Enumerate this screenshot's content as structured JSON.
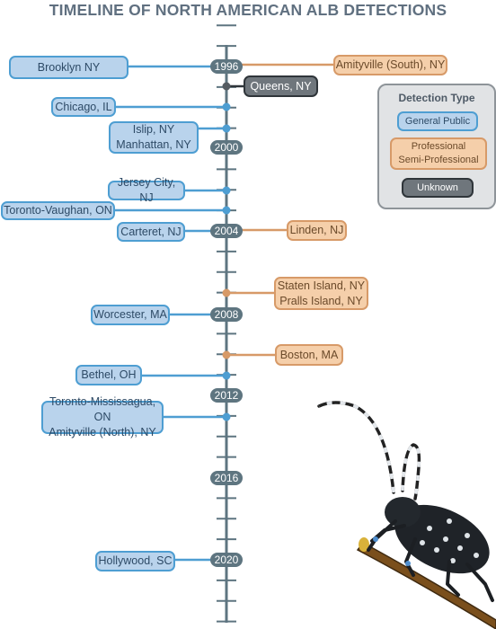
{
  "title": "TIMELINE OF NORTH AMERICAN ALB DETECTIONS",
  "colors": {
    "general_public_fill": "#b9d3ec",
    "general_public_border": "#4e9ed2",
    "professional_fill": "#f5cfaa",
    "professional_border": "#d79a68",
    "unknown_fill": "#6f767c",
    "unknown_border": "#2f353a",
    "axis": "#5e7580"
  },
  "years": [
    "1996",
    "2000",
    "2004",
    "2008",
    "2012",
    "2016",
    "2020"
  ],
  "events": [
    {
      "label": "Brooklyn NY",
      "year": 1996,
      "type": "general-public"
    },
    {
      "label": "Amityville (South), NY",
      "year": 1996,
      "type": "professional"
    },
    {
      "label": "Queens, NY",
      "year": 1997,
      "type": "unknown"
    },
    {
      "label": "Chicago, IL",
      "year": 1998,
      "type": "general-public"
    },
    {
      "label": "Islip, NY\nManhattan, NY",
      "year": 1999,
      "type": "general-public"
    },
    {
      "label": "Jersey City, NJ",
      "year": 2002,
      "type": "general-public"
    },
    {
      "label": "Toronto-Vaughan, ON",
      "year": 2003,
      "type": "general-public"
    },
    {
      "label": "Carteret, NJ",
      "year": 2004,
      "type": "general-public"
    },
    {
      "label": "Linden, NJ",
      "year": 2004,
      "type": "professional"
    },
    {
      "label": "Staten Island, NY\nPralls Island, NY",
      "year": 2007,
      "type": "professional"
    },
    {
      "label": "Worcester, MA",
      "year": 2008,
      "type": "general-public"
    },
    {
      "label": "Boston, MA",
      "year": 2010,
      "type": "professional"
    },
    {
      "label": "Bethel, OH",
      "year": 2011,
      "type": "general-public"
    },
    {
      "label": "Toronto-Mississagua, ON\nAmityville (North), NY",
      "year": 2013,
      "type": "general-public"
    },
    {
      "label": "Hollywood, SC",
      "year": 2020,
      "type": "general-public"
    }
  ],
  "legend": {
    "title": "Detection Type",
    "general_public": "General Public",
    "professional": "Professional\nSemi-Professional",
    "unknown": "Unknown"
  }
}
